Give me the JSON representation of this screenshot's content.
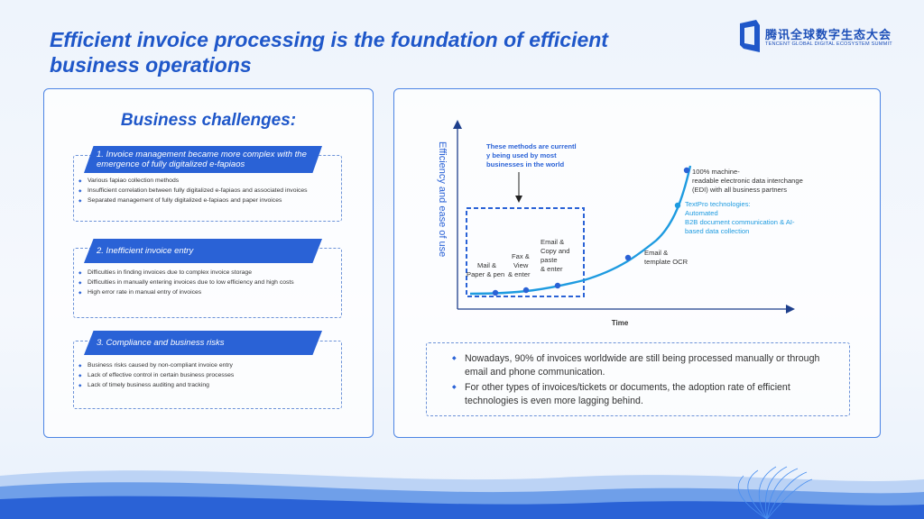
{
  "slide": {
    "title": "Efficient invoice processing is the foundation of efficient business operations",
    "logo_cn": "腾讯全球数字生态大会",
    "logo_en": "TENCENT GLOBAL DIGITAL ECOSYSTEM SUMMIT"
  },
  "left_panel": {
    "heading": "Business challenges:",
    "challenges": [
      {
        "title": "1. Invoice management became more complex with the emergence of fully digitalized e-fapiaos",
        "items": [
          "Various fapiao collection methods",
          "Insufficient correlation between fully digitalized e-fapiaos and associated invoices",
          "Separated management of fully digitalized e-fapiaos and paper invoices"
        ]
      },
      {
        "title": "2. Inefficient invoice entry",
        "items": [
          "Difficulties in finding invoices due to complex invoice storage",
          "Difficulties in manually entering invoices due to low efficiency and high costs",
          "High error rate in manual entry of invoices"
        ]
      },
      {
        "title": "3. Compliance and business risks",
        "items": [
          "Business risks caused by non-compliant invoice entry",
          "Lack of effective control in certain business processes",
          "Lack of timely business auditing and tracking"
        ]
      }
    ]
  },
  "right_panel": {
    "notes": [
      "Nowadays, 90% of invoices worldwide are still being processed manually or through email and phone communication.",
      "For other types of invoices/tickets or documents, the adoption rate of efficient technologies is even more lagging behind."
    ]
  },
  "chart_data": {
    "type": "line",
    "xlabel": "Time",
    "ylabel": "Efficiency and ease of use",
    "callout": "These methods are currently being used by most businesses in the world",
    "points": [
      {
        "label": "Mail & Paper & pen"
      },
      {
        "label": "Fax & View & enter"
      },
      {
        "label": "Email & Copy and paste & enter"
      },
      {
        "label": "Email & template OCR"
      },
      {
        "label": "TextPro technologies: Automated B2B document communication & AI-based data collection"
      },
      {
        "label": "100% machine-readable electronic data interchange (EDI) with all business partners"
      }
    ],
    "accent": "#2a62d6",
    "highlight": "#1e9be0"
  }
}
